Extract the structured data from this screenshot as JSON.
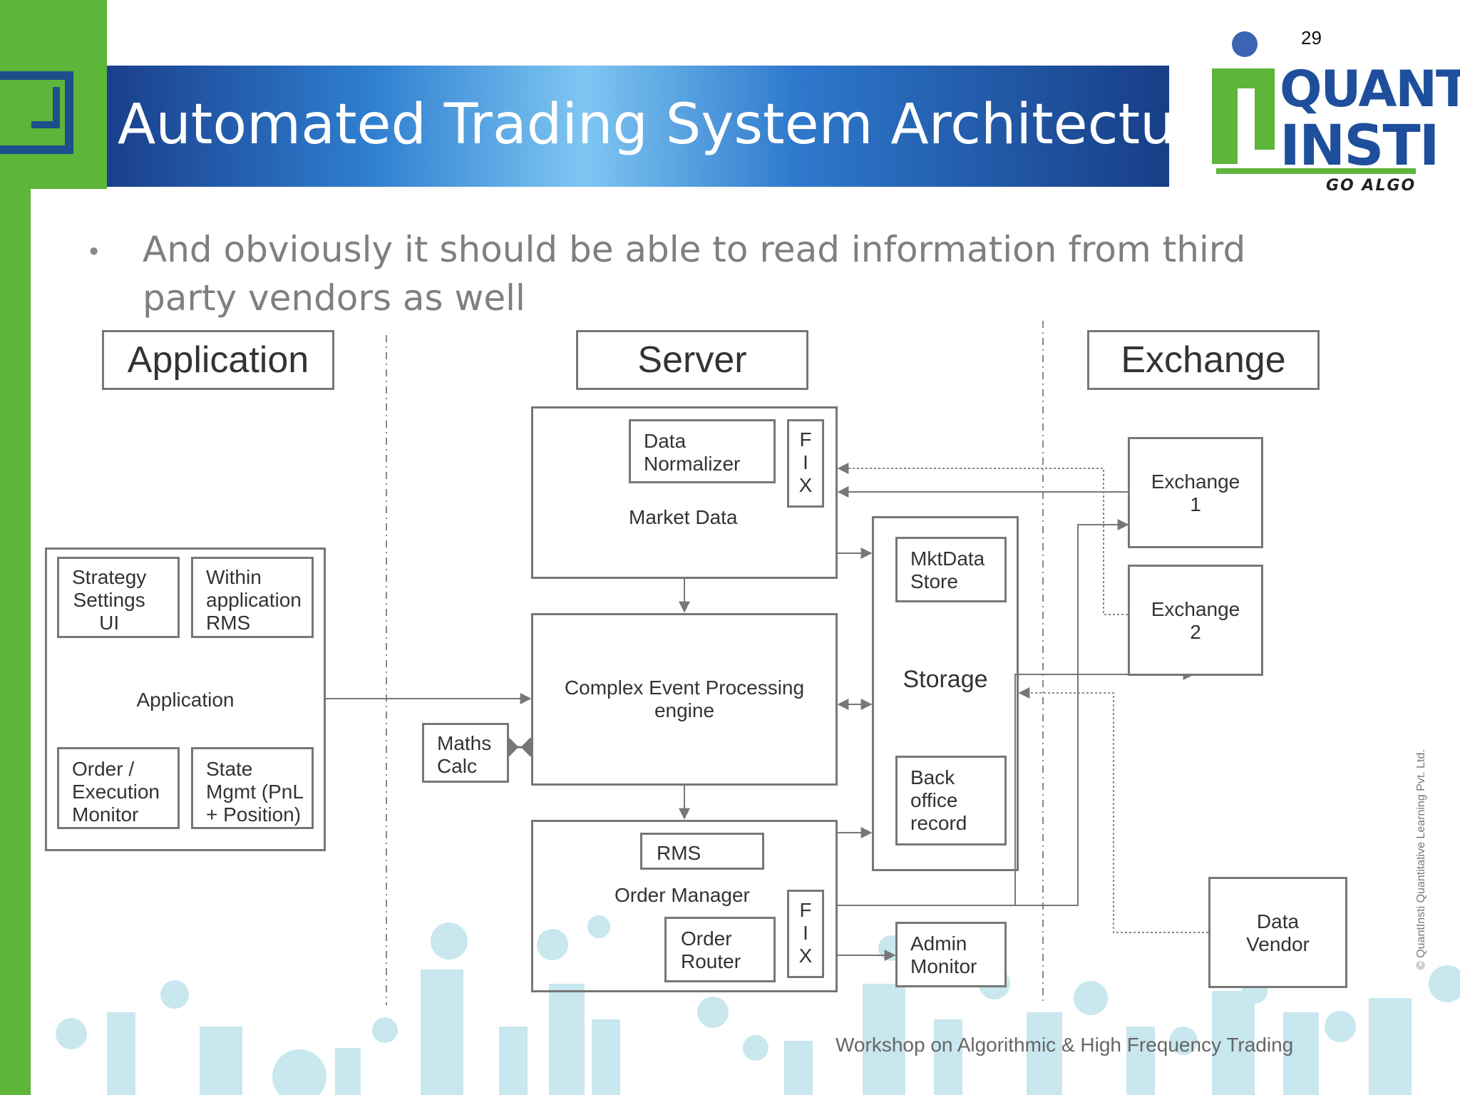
{
  "slide": {
    "page_number": "29",
    "title": "Automated Trading System Architecture",
    "bullet": "And obviously it should be able to read information from third party vendors as well",
    "footer": "Workshop on Algorithmic & High Frequency Trading",
    "copyright": "© QuantInsti Quantitative Learning Pvt. Ltd."
  },
  "logo": {
    "line1": "QUANT",
    "line2": "INSTI",
    "tagline": "GO ALGO",
    "colors": {
      "green": "#5db53a",
      "blue": "#1f4f9c"
    }
  },
  "colors": {
    "accent_green": "#5db53a",
    "title_blue_dark": "#1a3f8c",
    "title_blue_light": "#7ec6f2",
    "box_border": "#777777",
    "watermark": "#7fc3d6"
  },
  "diagram": {
    "headers": {
      "application": "Application",
      "server": "Server",
      "exchange": "Exchange"
    },
    "application": {
      "container_label": "Application",
      "strategy_settings": "Strategy\nSettings\nUI",
      "within_rms": "Within\napplication\nRMS",
      "order_execution": "Order /\nExecution\nMonitor",
      "state_mgmt": "State\nMgmt (PnL\n+ Position)"
    },
    "server": {
      "market_data_label": "Market Data",
      "data_normalizer": "Data\nNormalizer",
      "fix_top": "F\nI\nX",
      "cep": "Complex Event Processing\nengine",
      "maths_calc": "Maths\nCalc",
      "order_manager_label": "Order Manager",
      "rms": "RMS",
      "order_router": "Order\nRouter",
      "fix_bottom": "F\nI\nX",
      "storage_label": "Storage",
      "mktdata_store": "MktData\nStore",
      "back_office": "Back\noffice\nrecord",
      "admin_monitor": "Admin\nMonitor"
    },
    "exchange": {
      "exchange1": "Exchange\n1",
      "exchange2": "Exchange\n2",
      "data_vendor": "Data\nVendor"
    }
  }
}
